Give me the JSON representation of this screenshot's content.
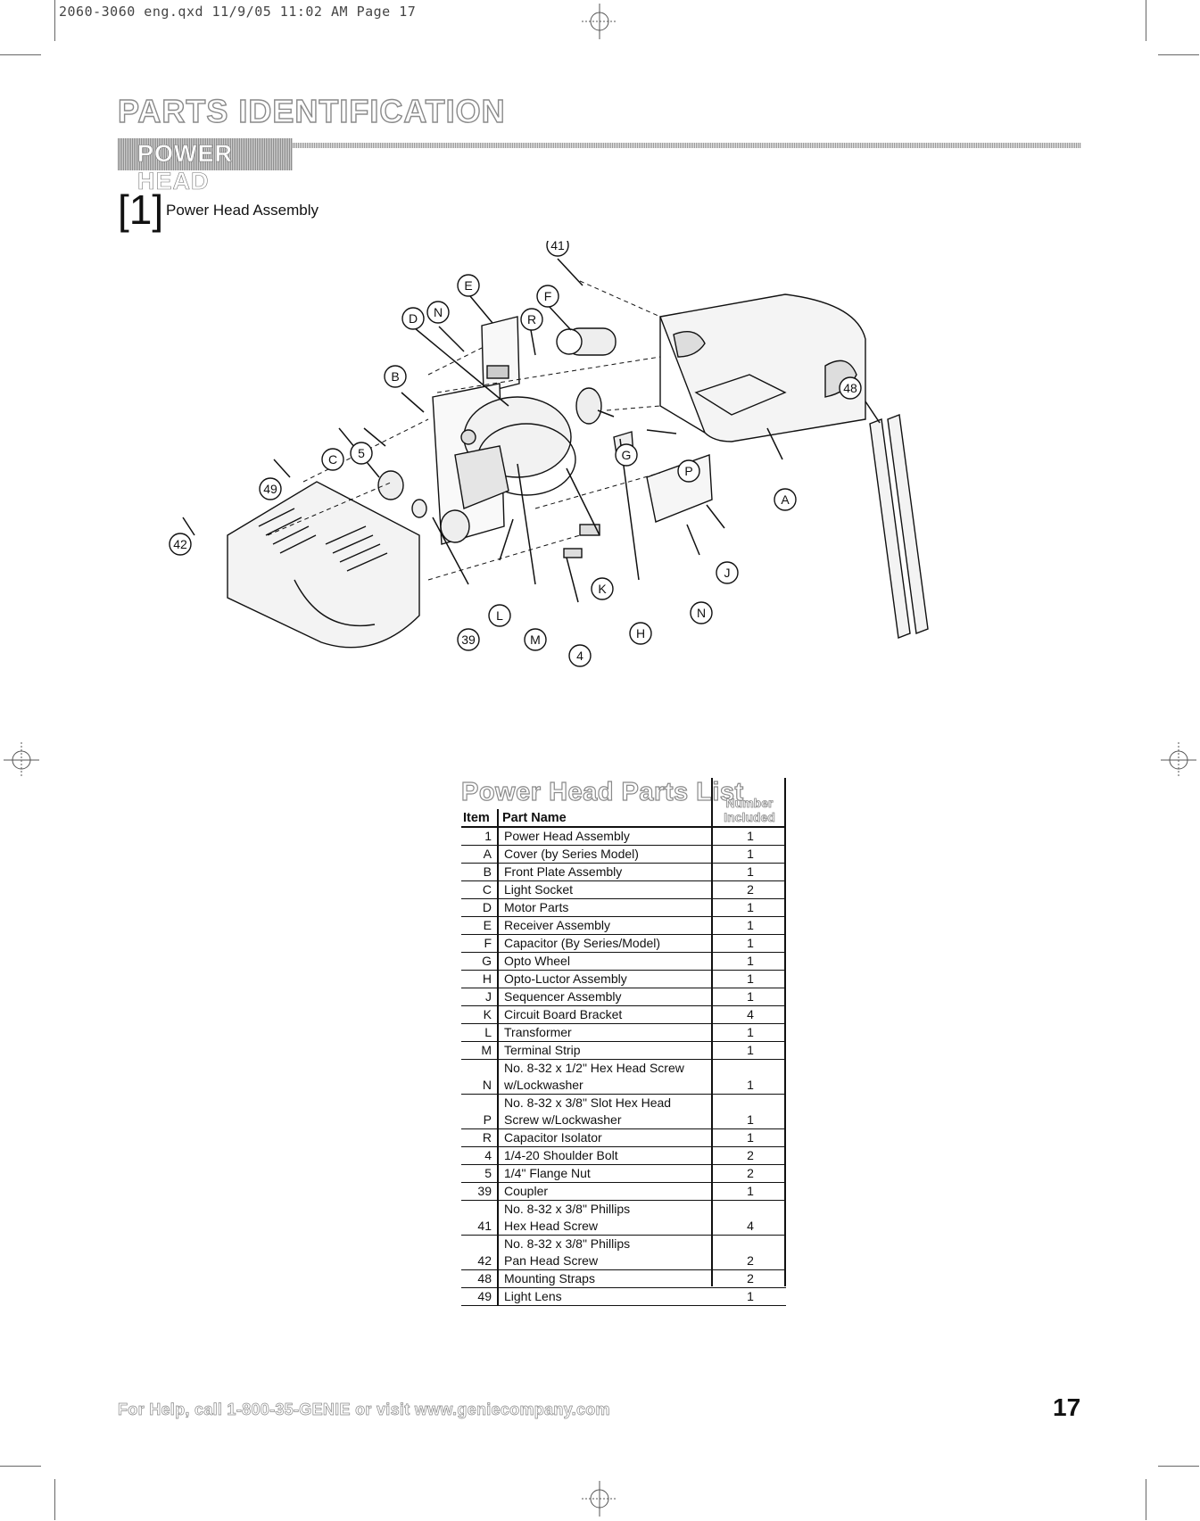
{
  "slug": "2060-3060 eng.qxd   11/9/05   11:02 AM   Page 17",
  "title": "PARTS IDENTIFICATION",
  "section_tab": "POWER HEAD",
  "figure": {
    "number": "[1]",
    "caption": "Power Head Assembly"
  },
  "callouts": [
    "41",
    "E",
    "F",
    "D",
    "N",
    "R",
    "B",
    "48",
    "C",
    "5",
    "G",
    "P",
    "49",
    "A",
    "42",
    "K",
    "J",
    "L",
    "N",
    "39",
    "M",
    "H",
    "4"
  ],
  "parts_list": {
    "title": "Power Head Parts List",
    "col_item": "Item",
    "col_name": "Part Name",
    "col_number_line1": "Number",
    "col_number_line2": "Included",
    "rows": [
      {
        "item": "1",
        "name": "Power Head Assembly",
        "name2": "",
        "num": "1"
      },
      {
        "item": "A",
        "name": "Cover (by Series Model)",
        "name2": "",
        "num": "1"
      },
      {
        "item": "B",
        "name": "Front Plate Assembly",
        "name2": "",
        "num": "1"
      },
      {
        "item": "C",
        "name": "Light Socket",
        "name2": "",
        "num": "2"
      },
      {
        "item": "D",
        "name": "Motor Parts",
        "name2": "",
        "num": "1"
      },
      {
        "item": "E",
        "name": "Receiver Assembly",
        "name2": "",
        "num": "1"
      },
      {
        "item": "F",
        "name": "Capacitor (By Series/Model)",
        "name2": "",
        "num": "1"
      },
      {
        "item": "G",
        "name": "Opto Wheel",
        "name2": "",
        "num": "1"
      },
      {
        "item": "H",
        "name": "Opto-Luctor Assembly",
        "name2": "",
        "num": "1"
      },
      {
        "item": "J",
        "name": "Sequencer Assembly",
        "name2": "",
        "num": "1"
      },
      {
        "item": "K",
        "name": "Circuit Board Bracket",
        "name2": "",
        "num": "4"
      },
      {
        "item": "L",
        "name": "Transformer",
        "name2": "",
        "num": "1"
      },
      {
        "item": "M",
        "name": "Terminal Strip",
        "name2": "",
        "num": "1"
      },
      {
        "item": "N",
        "name": "No. 8-32 x 1/2\" Hex Head Screw",
        "name2": "w/Lockwasher",
        "num": "1"
      },
      {
        "item": "P",
        "name": "No. 8-32 x 3/8\" Slot Hex Head",
        "name2": "Screw w/Lockwasher",
        "num": "1"
      },
      {
        "item": "R",
        "name": "Capacitor Isolator",
        "name2": "",
        "num": "1"
      },
      {
        "item": "4",
        "name": "1/4-20 Shoulder Bolt",
        "name2": "",
        "num": "2"
      },
      {
        "item": "5",
        "name": "1/4\" Flange Nut",
        "name2": "",
        "num": "2"
      },
      {
        "item": "39",
        "name": "Coupler",
        "name2": "",
        "num": "1"
      },
      {
        "item": "41",
        "name": "No. 8-32 x 3/8\" Phillips",
        "name2": "Hex Head Screw",
        "num": "4"
      },
      {
        "item": "42",
        "name": "No. 8-32 x 3/8\" Phillips",
        "name2": "Pan Head Screw",
        "num": "2"
      },
      {
        "item": "48",
        "name": "Mounting Straps",
        "name2": "",
        "num": "2"
      },
      {
        "item": "49",
        "name": "Light Lens",
        "name2": "",
        "num": "1"
      }
    ]
  },
  "footer": {
    "help": "For Help, call 1-800-35-GENIE or visit www.geniecompany.com",
    "page": "17"
  }
}
